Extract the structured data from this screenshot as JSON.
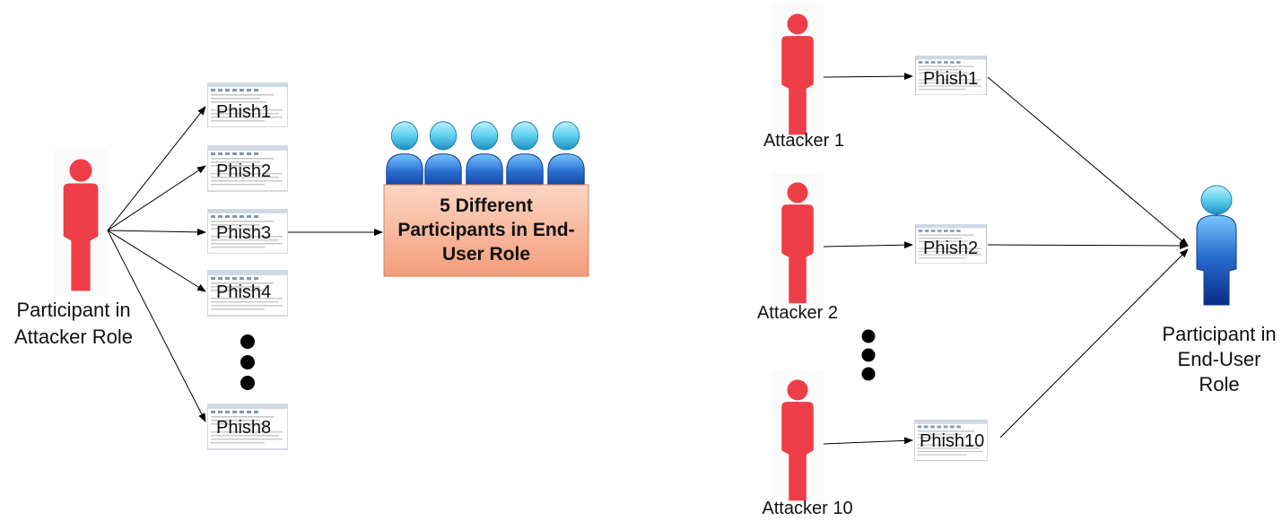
{
  "left": {
    "attacker_label_line1": "Participant in",
    "attacker_label_line2": "Attacker Role",
    "phish": [
      "Phish1",
      "Phish2",
      "Phish3",
      "Phish4",
      "Phish8"
    ],
    "group_line1": "5 Different",
    "group_line2": "Participants in End-",
    "group_line3": "User Role"
  },
  "right": {
    "attackers": [
      "Attacker 1",
      "Attacker 2",
      "Attacker 10"
    ],
    "phish": [
      "Phish1",
      "Phish2",
      "Phish10"
    ],
    "enduser_line1": "Participant in",
    "enduser_line2": "End-User",
    "enduser_line3": "Role"
  },
  "colors": {
    "attacker_red": "#ee3e47",
    "user_blue": "#2a6fd1",
    "user_head": "#5fd0ee",
    "group_box": "#f5a07e"
  },
  "icons": [
    "person-red-icon",
    "person-blue-icon",
    "email-screenshot-icon",
    "ellipsis-dots-icon"
  ]
}
